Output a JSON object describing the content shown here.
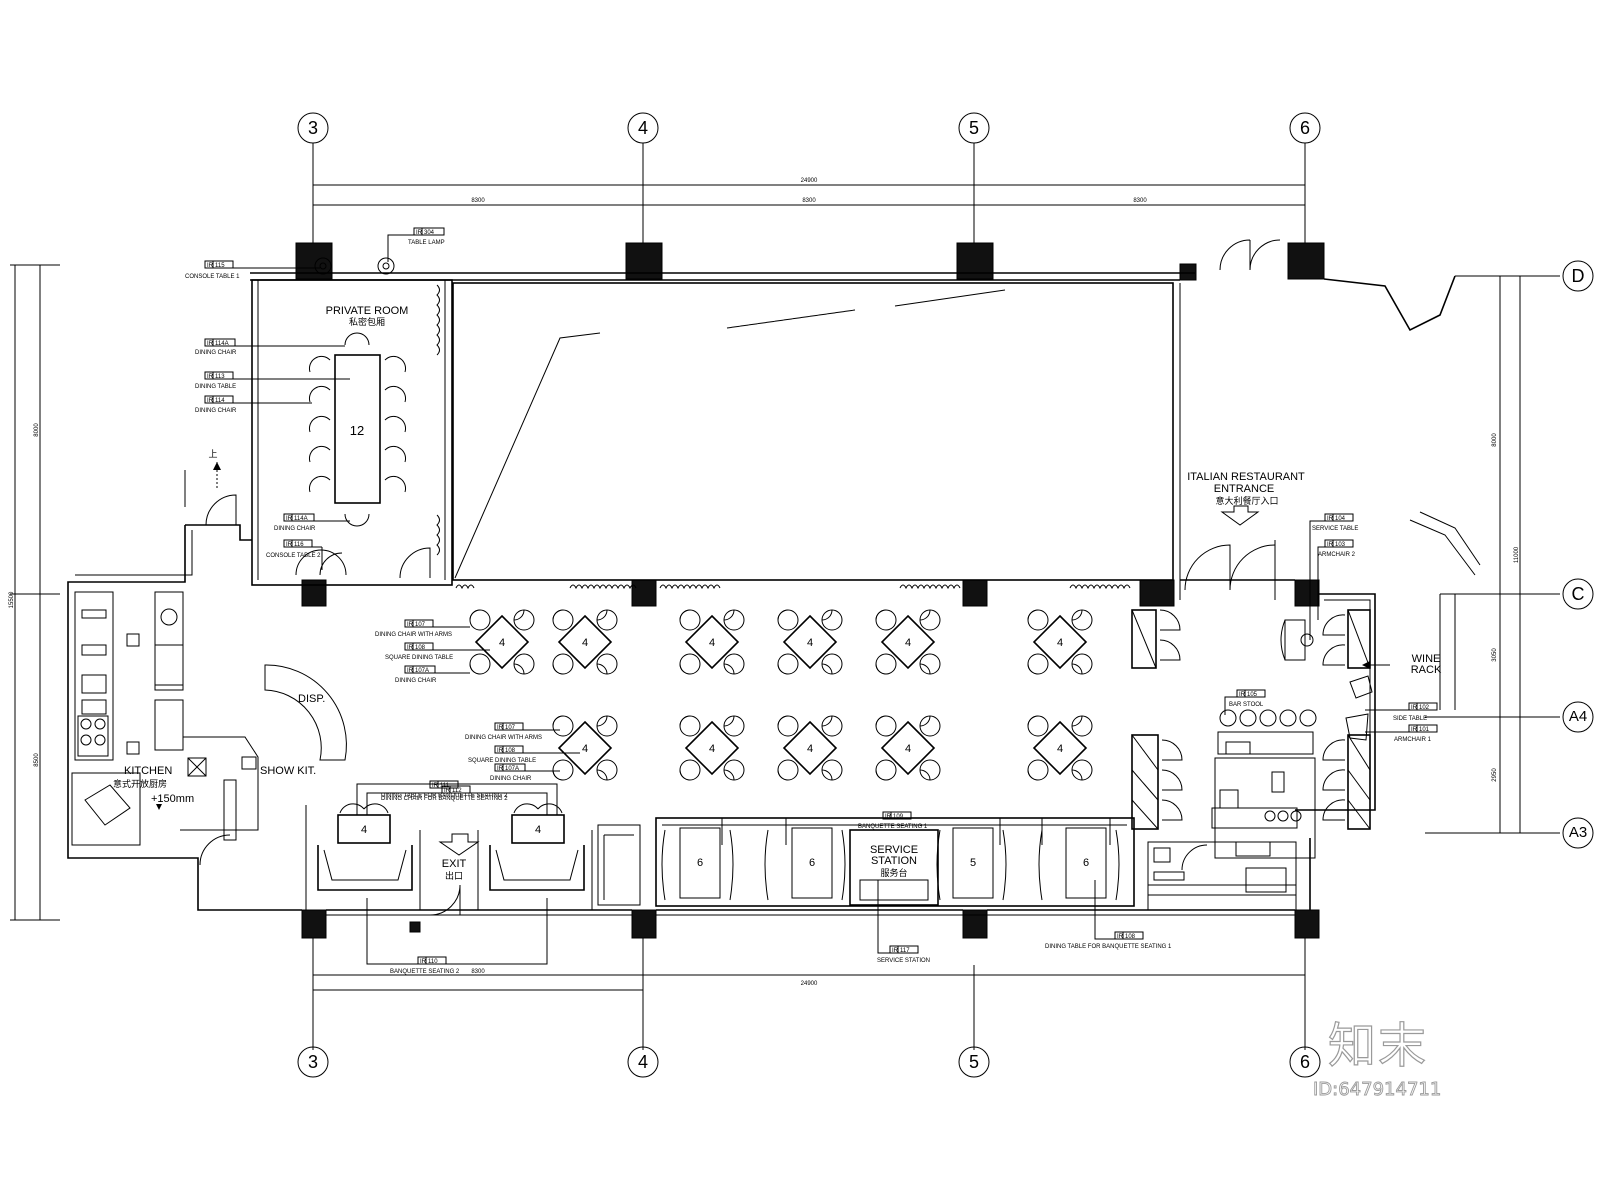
{
  "grid_top": [
    "3",
    "4",
    "5",
    "6"
  ],
  "grid_bottom": [
    "3",
    "4",
    "5",
    "6"
  ],
  "grid_right": [
    "D",
    "C",
    "A4",
    "A3"
  ],
  "dims": {
    "top_total": "24900",
    "top_bay1": "8300",
    "top_bay2": "8300",
    "top_bay3": "8300",
    "bottom_total": "24900",
    "bottom_bay": "8300",
    "left_total": "15500",
    "left_upper": "8000",
    "left_lower": "8500",
    "right_total": "11000",
    "right_upper": "8000",
    "right_mid": "3050",
    "right_lower": "2950"
  },
  "rooms": {
    "private_room_en": "PRIVATE ROOM",
    "private_room_cn": "私密包厢",
    "private_table_seats": "12",
    "entrance_en_1": "ITALIAN RESTAURANT",
    "entrance_en_2": "ENTRANCE",
    "entrance_cn": "意大利餐厅入口",
    "disp": "DISP.",
    "kitchen_en": "KITCHEN",
    "kitchen_cn": "意式开放厨房",
    "kitchen_level": "+150mm",
    "show_kit": "SHOW KIT.",
    "exit_en": "EXIT",
    "exit_cn": "出口",
    "service_en_1": "SERVICE",
    "service_en_2": "STATION",
    "service_cn": "服务台",
    "wine_rack_1": "WINE",
    "wine_rack_2": "RACK",
    "stair_up": "上"
  },
  "seat_counts": {
    "square_table": "4",
    "banquette2_table": "4",
    "banquette1_table_a": "6",
    "banquette1_table_b": "6",
    "banquette1_table_c": "5",
    "banquette1_table_d": "6"
  },
  "tag_prefix": "IR",
  "tags": {
    "t304": {
      "code": "304",
      "label": "TABLE LAMP"
    },
    "t115": {
      "code": "115",
      "label": "CONSOLE TABLE 1"
    },
    "t114a_top": {
      "code": "114A",
      "label": "DINING CHAIR"
    },
    "t113": {
      "code": "113",
      "label": "DINING TABLE"
    },
    "t114": {
      "code": "114",
      "label": "DINING CHAIR"
    },
    "t114a_bot": {
      "code": "114A",
      "label": "DINING CHAIR"
    },
    "t116": {
      "code": "116",
      "label": "CONSOLE TABLE 2"
    },
    "t107_a": {
      "code": "107",
      "label": "DINING CHAIR WITH ARMS"
    },
    "t108_a": {
      "code": "108",
      "label": "SQUARE DINING TABLE"
    },
    "t107a_a": {
      "code": "107A",
      "label": "DINING CHAIR"
    },
    "t107_b": {
      "code": "107",
      "label": "DINING CHAIR WITH ARMS"
    },
    "t108_b": {
      "code": "108",
      "label": "SQUARE DINING TABLE"
    },
    "t107a_b": {
      "code": "107A",
      "label": "DINING CHAIR"
    },
    "t111": {
      "code": "111",
      "label": "DINING TABLE FOR BANQUETTE SEATING 2"
    },
    "t112": {
      "code": "112",
      "label": "DINING CHAIR FOR BANQUETTE SEATING 2"
    },
    "t110": {
      "code": "110",
      "label": "BANQUETTE SEATING 2"
    },
    "t109": {
      "code": "109",
      "label": "BANQUETTE SEATING 1"
    },
    "t117": {
      "code": "117",
      "label": "SERVICE STATION"
    },
    "t108_c": {
      "code": "108",
      "label": "DINING TABLE FOR BANQUETTE SEATING 1"
    },
    "t104": {
      "code": "104",
      "label": "SERVICE TABLE"
    },
    "t103": {
      "code": "103",
      "label": "ARMCHAIR 2"
    },
    "t105": {
      "code": "105",
      "label": "BAR STOOL"
    },
    "t102": {
      "code": "102",
      "label": "SIDE TABLE"
    },
    "t101": {
      "code": "101",
      "label": "ARMCHAIR 1"
    }
  },
  "watermark": {
    "brand": "知末",
    "id": "ID:647914711"
  }
}
